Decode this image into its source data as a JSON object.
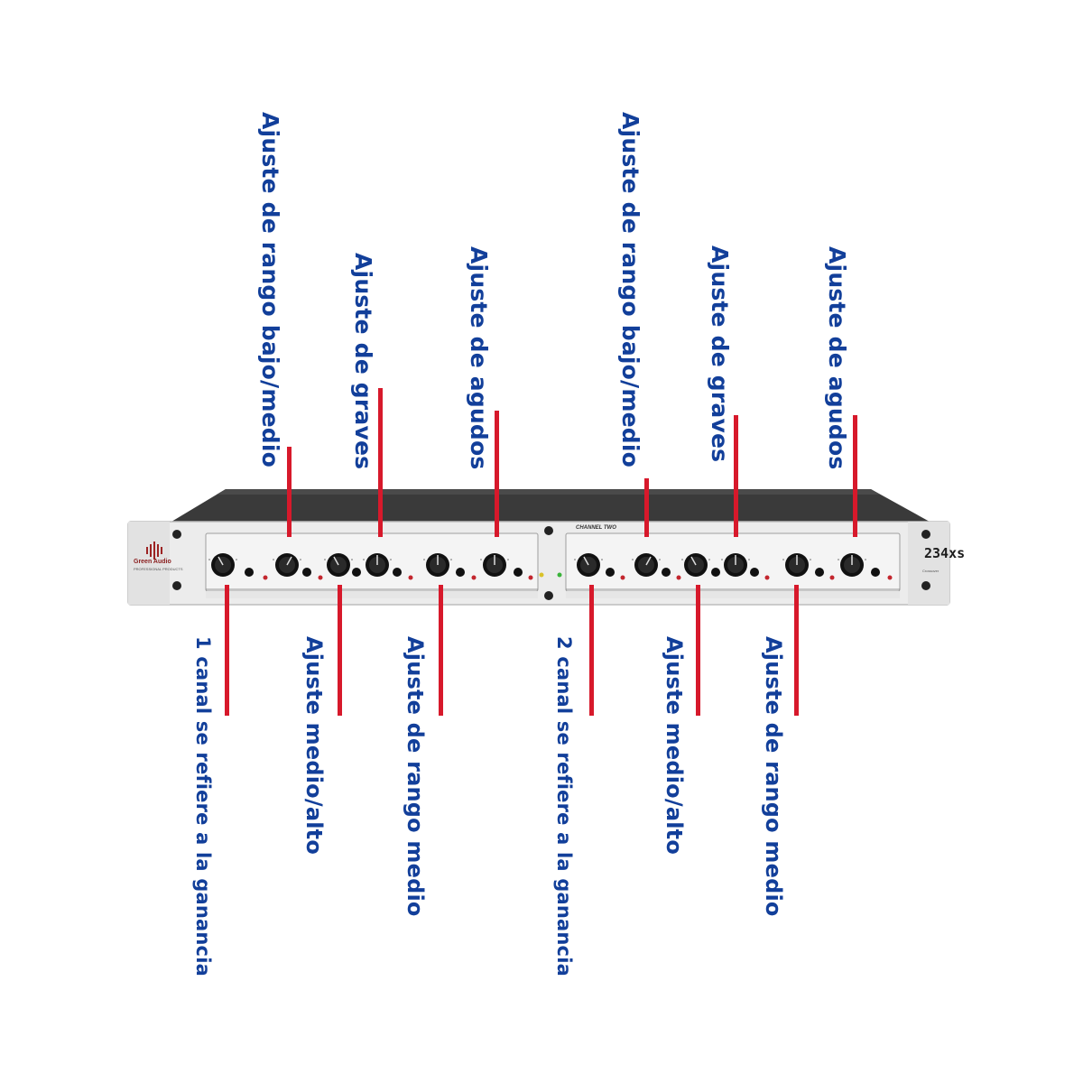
{
  "device": {
    "model": "234xs",
    "logo": "Green Audio",
    "logo_subtitle": "PROFESSIONAL PRODUCTS",
    "channel_two_label": "CHANNEL TWO",
    "brand_script": "Crossover"
  },
  "labels_top": [
    {
      "text": "Ajuste de rango bajo/medio"
    },
    {
      "text": "Ajuste de graves"
    },
    {
      "text": "Ajuste de agudos"
    },
    {
      "text": "Ajuste de rango bajo/medio"
    },
    {
      "text": "Ajuste de graves"
    },
    {
      "text": "Ajuste de agudos"
    }
  ],
  "labels_bottom": [
    {
      "text": "1 canal se refiere a la ganancia"
    },
    {
      "text": "Ajuste medio/alto"
    },
    {
      "text": "Ajuste de rango medio"
    },
    {
      "text": "2 canal se refiere a la ganancia"
    },
    {
      "text": "Ajuste medio/alto"
    },
    {
      "text": "Ajuste de rango medio"
    }
  ],
  "colors": {
    "label": "#123f9a",
    "line": "#d7192b",
    "panel": "#ebebeb"
  }
}
